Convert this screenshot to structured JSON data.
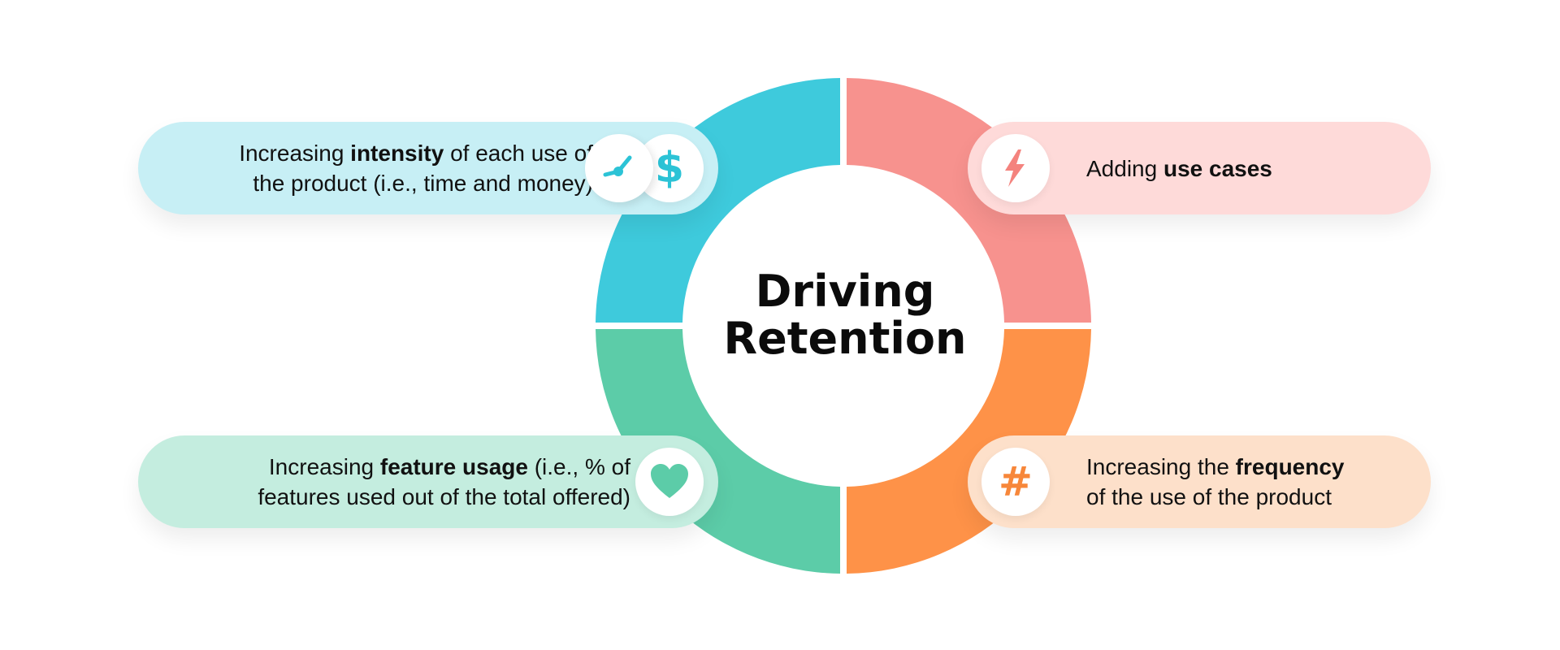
{
  "center": {
    "line1": "Driving",
    "line2": "Retention"
  },
  "colors": {
    "intensity": "#3ecadc",
    "use_cases": "#f7928e",
    "feature_usage": "#5ccca8",
    "frequency": "#fe9248",
    "intensity_pill": "#c7eff5",
    "use_cases_pill": "#fedad9",
    "feature_usage_pill": "#c4eddf",
    "frequency_pill": "#fde0ca"
  },
  "items": {
    "intensity": {
      "pre": "Increasing ",
      "bold": "intensity",
      "post": " of each use of",
      "line2": "the product (i.e., time and money)",
      "icons": [
        "clock-icon",
        "dollar-icon"
      ],
      "dollar_symbol": "$"
    },
    "use_cases": {
      "pre": "Adding ",
      "bold": "use cases",
      "icon": "lightning-bolt-icon"
    },
    "feature_usage": {
      "pre": "Increasing ",
      "bold": "feature usage",
      "post": " (i.e., % of",
      "line2": "features used out of the total offered)",
      "icon": "heart-icon"
    },
    "frequency": {
      "pre": "Increasing the ",
      "bold": "frequency",
      "line2": "of the use of the product",
      "icon": "hash-icon",
      "hash_symbol": "#"
    }
  }
}
